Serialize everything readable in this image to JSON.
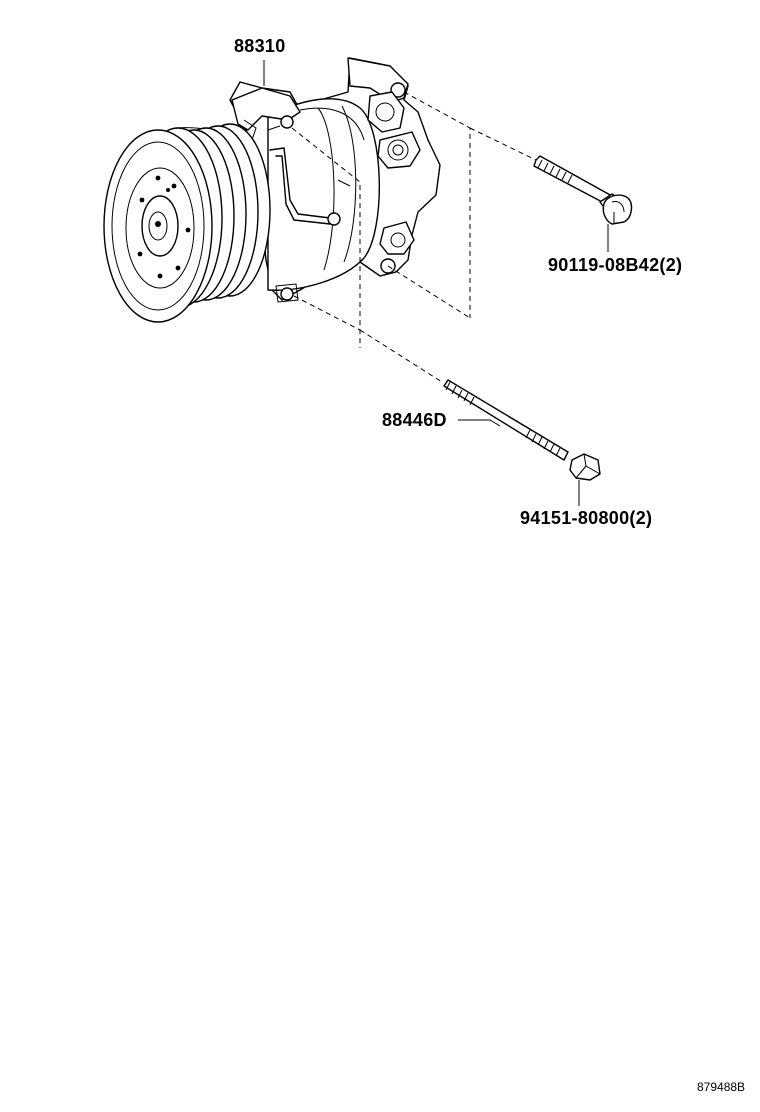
{
  "diagram": {
    "parts": [
      {
        "number": "88310"
      },
      {
        "number": "90119-08B42(2)"
      },
      {
        "number": "88446D"
      },
      {
        "number": "94151-80800(2)"
      }
    ],
    "code": "879488B"
  }
}
